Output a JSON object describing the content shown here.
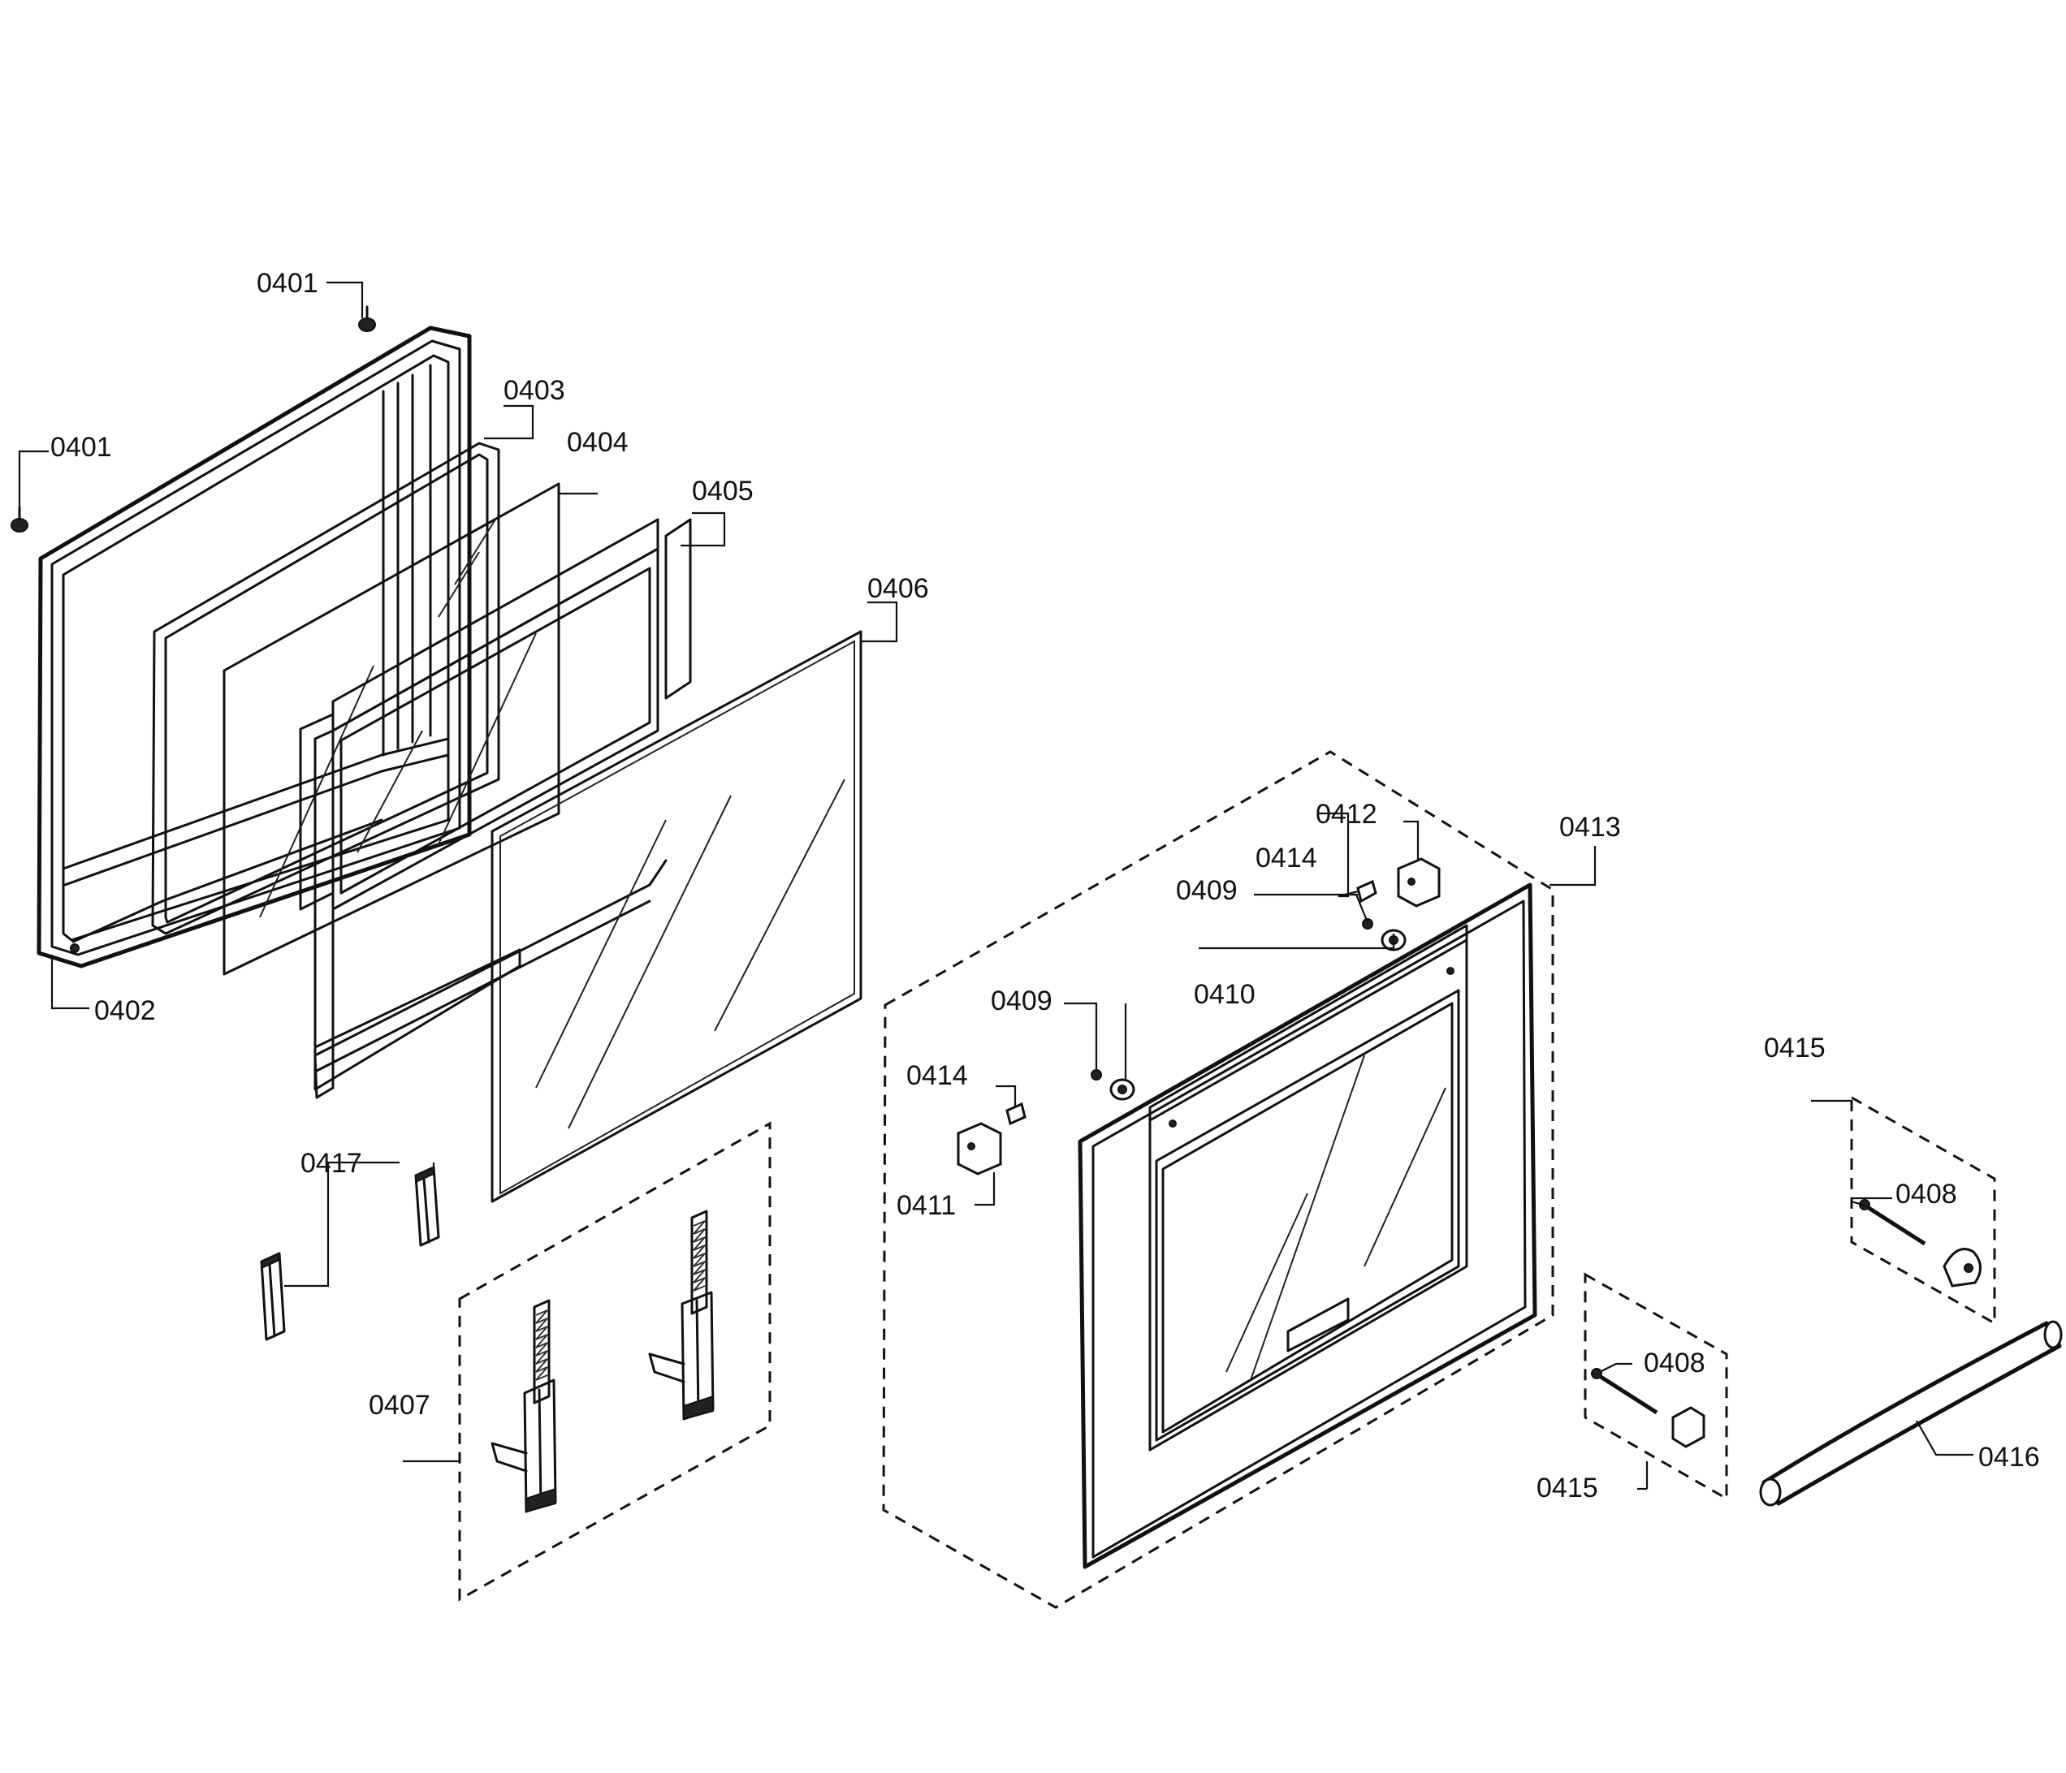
{
  "callouts": {
    "c0401_top": "0401",
    "c0401_left": "0401",
    "c0402": "0402",
    "c0403": "0403",
    "c0404": "0404",
    "c0405": "0405",
    "c0406": "0406",
    "c0407": "0407",
    "c0408_upper": "0408",
    "c0408_lower": "0408",
    "c0409_upper": "0409",
    "c0409_lower": "0409",
    "c0410": "0410",
    "c0411": "0411",
    "c0412": "0412",
    "c0413": "0413",
    "c0414_upper": "0414",
    "c0414_lower": "0414",
    "c0415_upper": "0415",
    "c0415_lower": "0415",
    "c0416": "0416",
    "c0417": "0417"
  }
}
